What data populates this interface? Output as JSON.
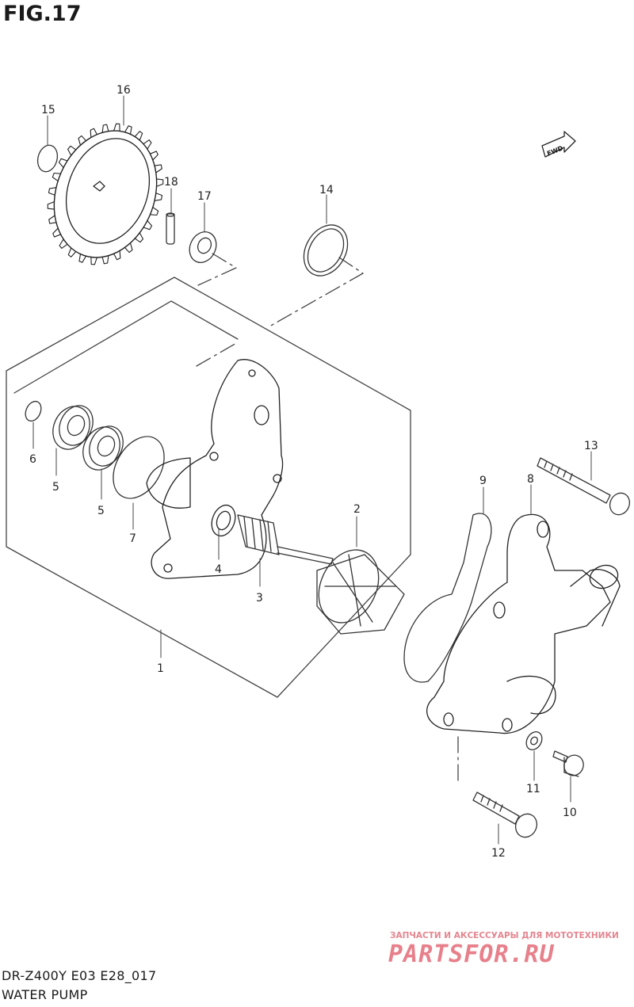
{
  "figure": {
    "title": "FIG.17"
  },
  "forward_badge": {
    "label": "FWD"
  },
  "callouts": [
    {
      "id": "1",
      "label": "1"
    },
    {
      "id": "2",
      "label": "2"
    },
    {
      "id": "3",
      "label": "3"
    },
    {
      "id": "4",
      "label": "4"
    },
    {
      "id": "5a",
      "label": "5"
    },
    {
      "id": "5b",
      "label": "5"
    },
    {
      "id": "6",
      "label": "6"
    },
    {
      "id": "7",
      "label": "7"
    },
    {
      "id": "8",
      "label": "8"
    },
    {
      "id": "9",
      "label": "9"
    },
    {
      "id": "10",
      "label": "10"
    },
    {
      "id": "11",
      "label": "11"
    },
    {
      "id": "12",
      "label": "12"
    },
    {
      "id": "13",
      "label": "13"
    },
    {
      "id": "14",
      "label": "14"
    },
    {
      "id": "15",
      "label": "15"
    },
    {
      "id": "16",
      "label": "16"
    },
    {
      "id": "17",
      "label": "17"
    },
    {
      "id": "18",
      "label": "18"
    }
  ],
  "footer": {
    "model_code": "DR-Z400Y E03 E28_017",
    "section_name": "WATER PUMP"
  },
  "watermark": {
    "tagline": "ЗАПЧАСТИ И АКСЕССУАРЫ ДЛЯ МОТОТЕХНИКИ",
    "logo": "PARTSFOR.RU"
  }
}
